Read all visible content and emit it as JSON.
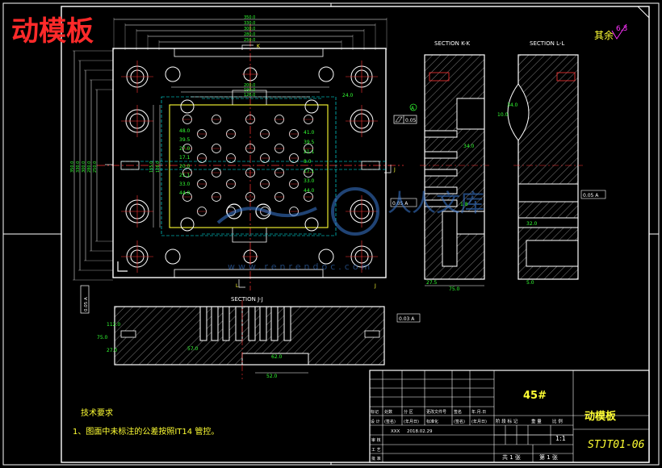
{
  "overlay_title": "动模板",
  "roughness": {
    "prefix": "其余",
    "value": "6.3"
  },
  "watermark": {
    "brand": "人人文库",
    "url": "www.renrendoc.com"
  },
  "sections": {
    "kk": "SECTION K-K",
    "ll": "SECTION L-L",
    "jj": "SECTION J-J"
  },
  "markers": {
    "k": "K",
    "l": "L",
    "j": "J",
    "a": "A"
  },
  "tolerances": {
    "flatness_main": "0.05",
    "parallel_kk": "0.05 A",
    "parallel_ll": "0.05 A",
    "perp_main": "0.05 A",
    "parallel_jj": "0.03 A"
  },
  "dims": {
    "top_overall": [
      "350.0",
      "330.0",
      "300.0",
      "280.0",
      "250.0"
    ],
    "top_inner": [
      "200.0",
      "190.0",
      "126.0"
    ],
    "left_vertical": [
      "350.0",
      "330.0",
      "300.0",
      "280.0",
      "250.0"
    ],
    "inner_vertical": [
      "155.0",
      "126.0"
    ],
    "mid_right": [
      "24.0"
    ],
    "grid_left": [
      "48.0",
      "39.5",
      "27.0",
      "17.1",
      "20.0",
      "21.1",
      "33.0",
      "44.0"
    ],
    "grid_right": [
      "41.0",
      "39.5",
      "21.1",
      "8.0",
      "17.1",
      "33.0",
      "44.0"
    ],
    "kk": [
      "34.0",
      "1.8",
      "27.5",
      "75.0"
    ],
    "ll": [
      "10.0",
      "34.0",
      "32.0",
      "5.0"
    ],
    "jj": [
      "112.0",
      "75.0",
      "57.0",
      "62.0",
      "52.0",
      "27.0"
    ]
  },
  "notes": {
    "heading": "技术要求",
    "item1": "1、图面中未标注的公差按照IT14 管控。"
  },
  "title_block": {
    "material": "45#",
    "part_name": "动模板",
    "drawing_no": "STJT01-06",
    "scale": "1:1",
    "sheet_total": "共 1 张",
    "sheet_no": "第 1 张",
    "headers": [
      "标记",
      "处数",
      "分 区",
      "更改文件号",
      "签名",
      "年.月.日"
    ],
    "row2": [
      "设 计",
      "(签名)",
      "(年月日)",
      "标准化",
      "(签名)",
      "(年月日)"
    ],
    "designer": "XXX",
    "date": "2018.02.29",
    "stage_labels": [
      "阶 段 标 记",
      "重 量",
      "比 例"
    ],
    "review_labels": [
      "审 核",
      "工 艺",
      "批 准"
    ]
  }
}
